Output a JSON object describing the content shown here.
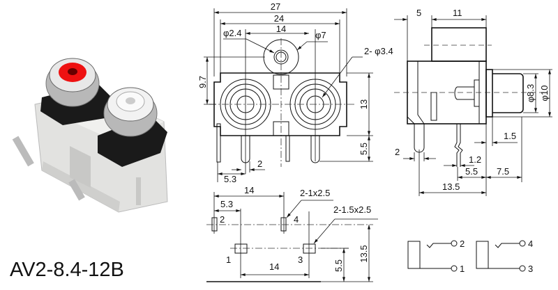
{
  "product": {
    "model": "AV2-8.4-12B"
  },
  "front_view": {
    "dims": {
      "overall_width": "27",
      "body_width": "24",
      "pitch": "14",
      "small_hole": "φ2.4",
      "boss": "φ7",
      "mount_holes": "2- φ3.4",
      "boss_height": "9.7",
      "body_height": "13",
      "pin_length": "5.5",
      "pin_width": "2",
      "side_offset": "5.3"
    }
  },
  "side_view": {
    "dims": {
      "rear": "5",
      "top": "11",
      "inner_diameter": "φ8.3",
      "outer_diameter": "φ10",
      "flange": "1.5",
      "pin_thickness": "1.2",
      "pin_offset": "5.5",
      "nose": "7.5",
      "depth": "13.5",
      "pin_width": "2"
    }
  },
  "footprint": {
    "dims": {
      "top_pitch": "14",
      "offset": "5.3",
      "slot_small": "2-1x2.5",
      "slot_large": "2-1.5x2.5",
      "bottom_pitch": "14",
      "row_offset": "5.5",
      "row_spacing": "13.5"
    },
    "pins": [
      "1",
      "2",
      "3",
      "4"
    ]
  },
  "schematic": {
    "pins": [
      "1",
      "2",
      "3",
      "4"
    ]
  }
}
